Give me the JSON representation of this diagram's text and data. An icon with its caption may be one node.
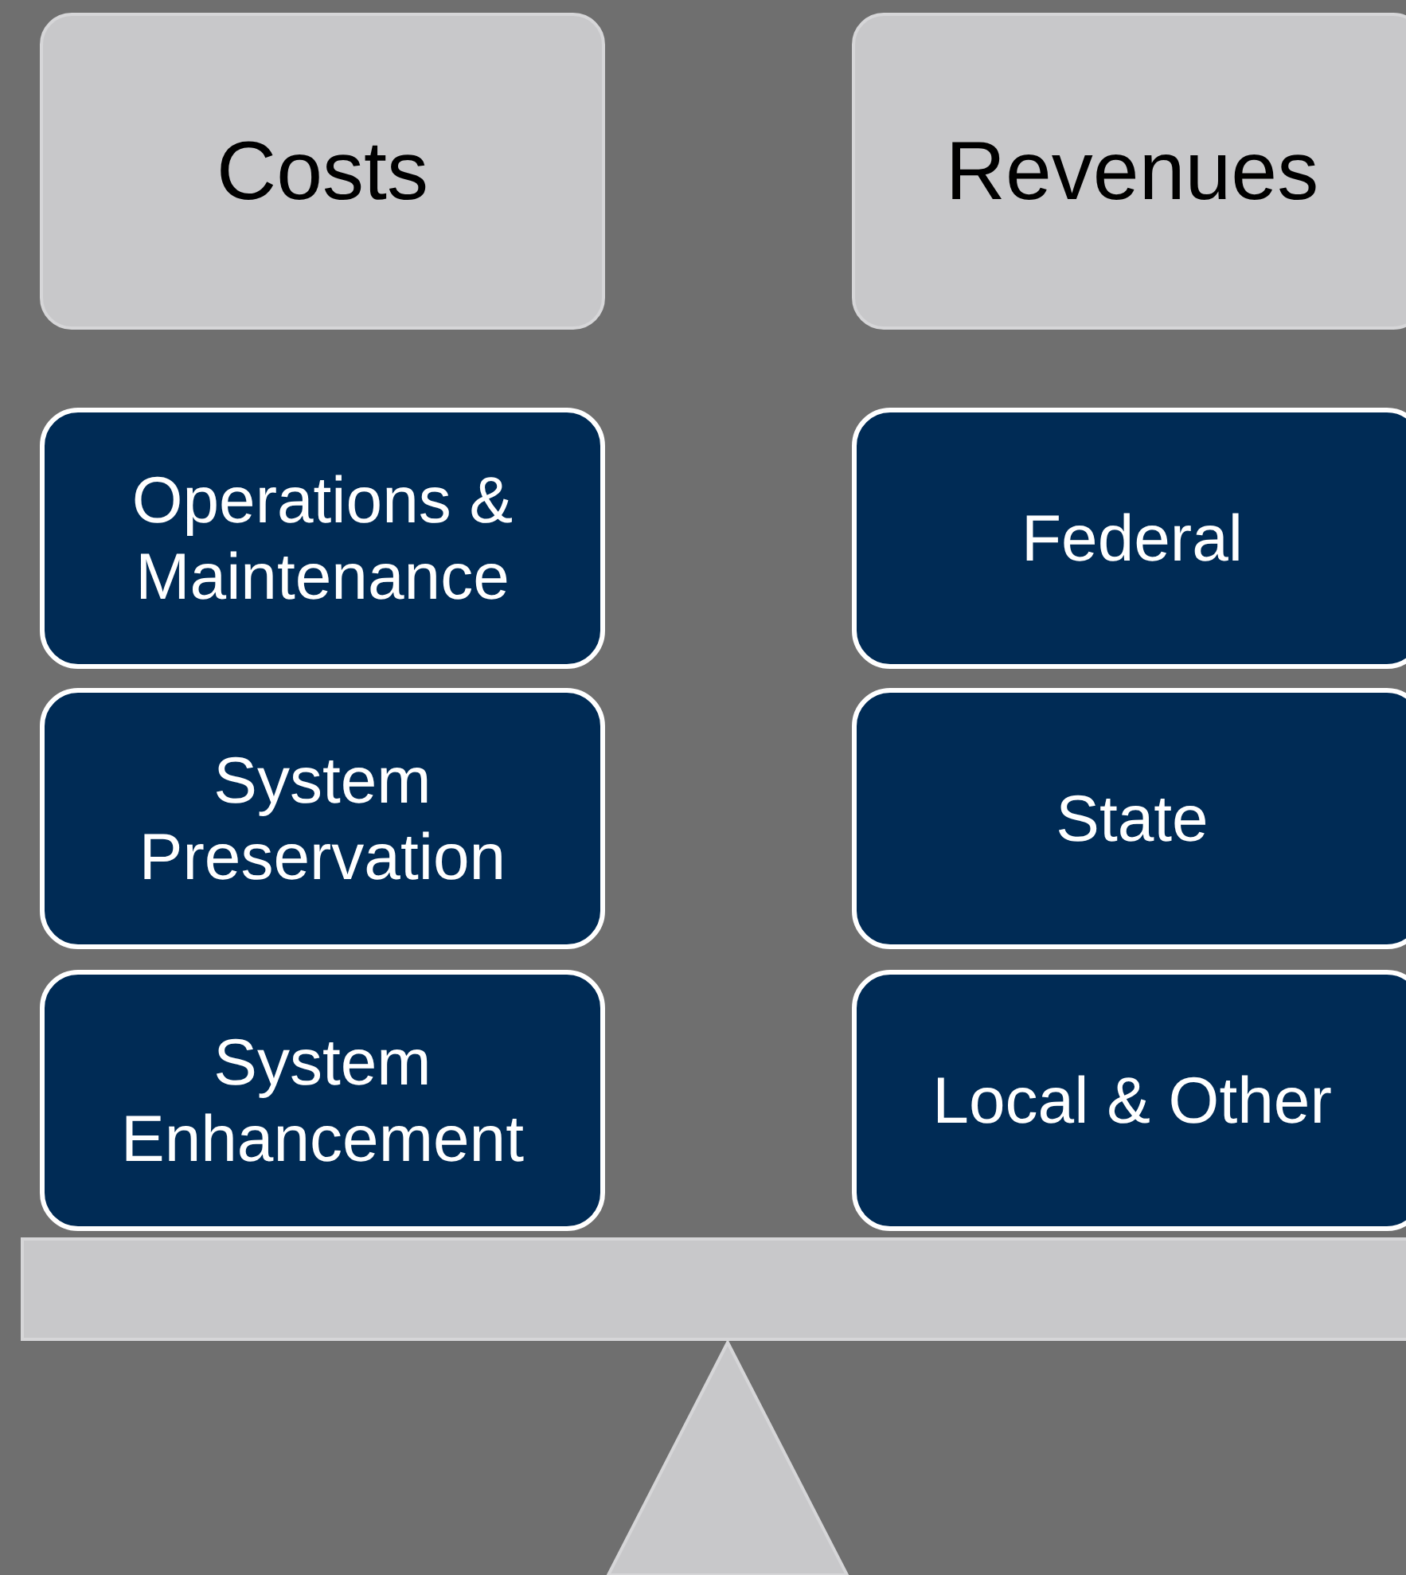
{
  "diagram": {
    "nodes": [
      {
        "text": [
          "Costs"
        ]
      },
      {
        "text": [
          "Revenues"
        ]
      },
      {
        "text": [
          "Operations & Maintenance"
        ]
      },
      {
        "text": [
          "Federal"
        ]
      },
      {
        "text": [
          "System Preservation"
        ]
      },
      {
        "text": [
          "State"
        ]
      },
      {
        "text": [
          "System Enhancement"
        ]
      },
      {
        "text": [
          "Local & Other"
        ]
      }
    ]
  }
}
